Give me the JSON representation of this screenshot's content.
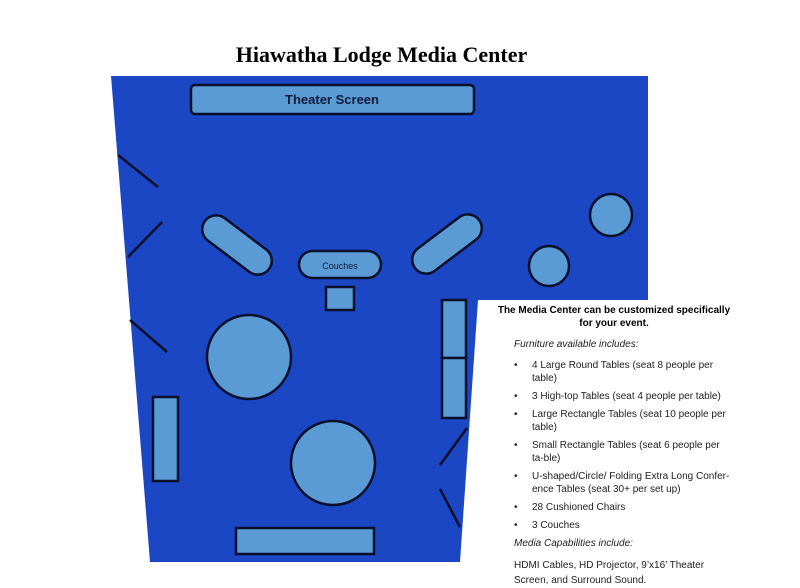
{
  "title": "Hiawatha Lodge Media Center",
  "colors": {
    "floor": "#1c47c4",
    "furniture": "#5b9bd5",
    "outline": "#0a0f2a"
  },
  "floorplan": {
    "theater_screen_label": "Theater Screen",
    "couches_label": "Couches"
  },
  "info": {
    "heading": "The Media Center can be customized specifically for your event.",
    "furniture_heading": "Furniture available includes:",
    "furniture_items": [
      "4 Large Round Tables (seat 8 people per table)",
      "3 High-top Tables (seat 4 people per table)",
      "Large Rectangle Tables (seat 10 people per table)",
      "Small Rectangle Tables (seat 6 people per ta-ble)",
      "U-shaped/Circle/ Folding Extra Long Confer-ence Tables (seat 30+ per set up)",
      "28 Cushioned Chairs",
      "3 Couches"
    ],
    "media_heading": "Media Capabilities include:",
    "media_text": "HDMI Cables, HD Projector,  9’x16’ Theater Screen, and Surround Sound."
  }
}
